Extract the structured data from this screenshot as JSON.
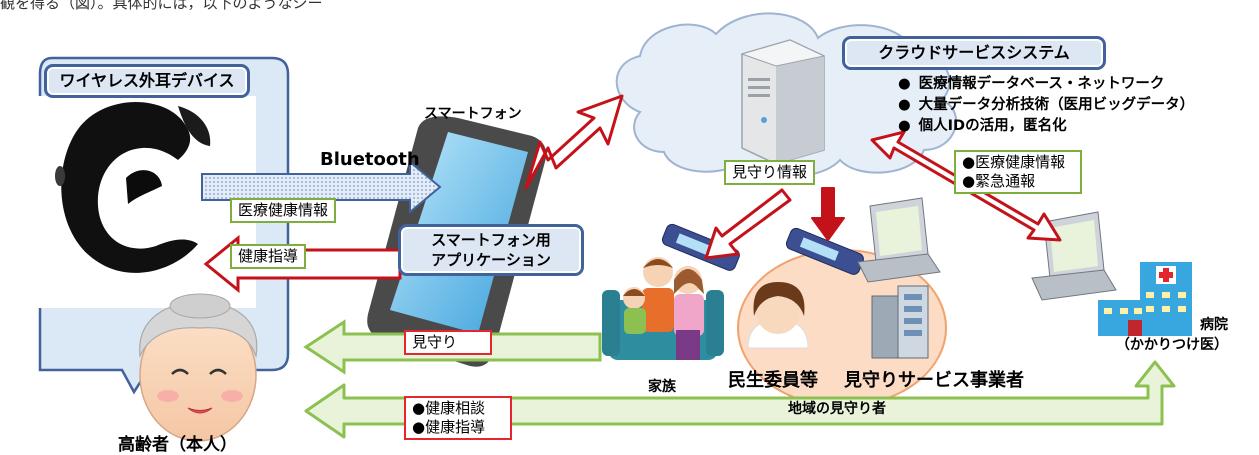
{
  "top_caption": "観を得る（図）。具体的には，以下のようなシー",
  "device_label": "ワイヤレス外耳デバイス",
  "smartphone_label": "スマートフォン",
  "bluetooth_label": "Bluetooth",
  "medical_info_box": "医療健康情報",
  "health_guidance_box": "健康指導",
  "app_box": [
    "スマートフォン用",
    "アプリケーション"
  ],
  "cloud_title": "クラウドサービスシステム",
  "cloud_bullets": [
    "医療情報データベース・ネットワーク",
    "大量データ分析技術（医用ビッグデータ）",
    "個人IDの活用，匿名化"
  ],
  "watch_info_box": "見守り情報",
  "hospital_send_box": [
    "●医療健康情報",
    "●緊急通報"
  ],
  "watch_box": "見守り",
  "consult_box": [
    "●健康相談",
    "●健康指導"
  ],
  "family_label": "家族",
  "welfare_label": "民生委員等",
  "watch_service_label": "見守りサービス事業者",
  "community_label": "地域の見守り者",
  "hospital_label": [
    "病院",
    "（かかりつけ医）"
  ],
  "elderly_label": "高齢者（本人）",
  "colors": {
    "navy": "#41629a",
    "red_arrow": "#c4121a",
    "green_arrow": "#8cc152",
    "cloud": "#e6eef8"
  }
}
